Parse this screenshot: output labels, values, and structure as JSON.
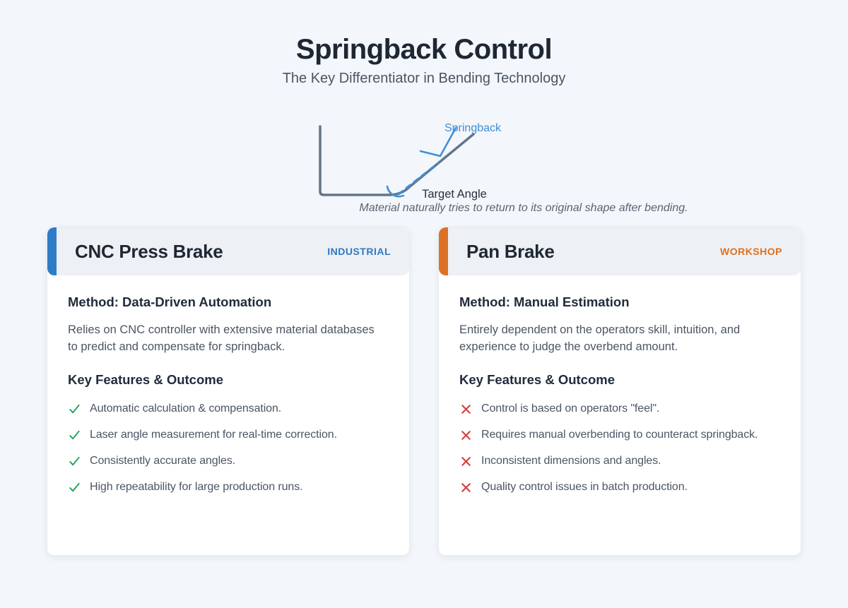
{
  "header": {
    "title": "Springback Control",
    "subtitle": "The Key Differentiator in Bending Technology"
  },
  "diagram": {
    "springback_label": "Springback",
    "target_angle_label": "Target Angle",
    "caption": "Material naturally tries to return to its original shape after bending."
  },
  "cards": [
    {
      "title": "CNC Press Brake",
      "badge": "INDUSTRIAL",
      "accent_color": "#2e7cc8",
      "badge_color": "#2e79c5",
      "icon": "check-icon",
      "icon_color": "#21a05a",
      "method_heading": "Method: Data-Driven Automation",
      "method_text": "Relies on CNC controller with extensive material databases to predict and compensate for springback.",
      "features_heading": "Key Features & Outcome",
      "features": [
        "Automatic calculation & compensation.",
        "Laser angle measurement for real-time correction.",
        "Consistently accurate angles.",
        "High repeatability for large production runs."
      ]
    },
    {
      "title": "Pan Brake",
      "badge": "WORKSHOP",
      "accent_color": "#dc7125",
      "badge_color": "#e0701d",
      "icon": "cross-icon",
      "icon_color": "#d63c3c",
      "method_heading": "Method: Manual Estimation",
      "method_text": "Entirely dependent on the operators skill, intuition, and experience to judge the overbend amount.",
      "features_heading": "Key Features & Outcome",
      "features": [
        "Control is based on operators \"feel\".",
        "Requires manual overbending to counteract springback.",
        "Inconsistent dimensions and angles.",
        "Quality control issues in batch production."
      ]
    }
  ],
  "colors": {
    "page_bg": "#f3f6fa",
    "card_header_bg": "#edf0f4",
    "diagram_line": "#64748b",
    "diagram_blue": "#3f8ed6",
    "check_green": "#21a05a",
    "cross_red": "#d63c3c"
  }
}
